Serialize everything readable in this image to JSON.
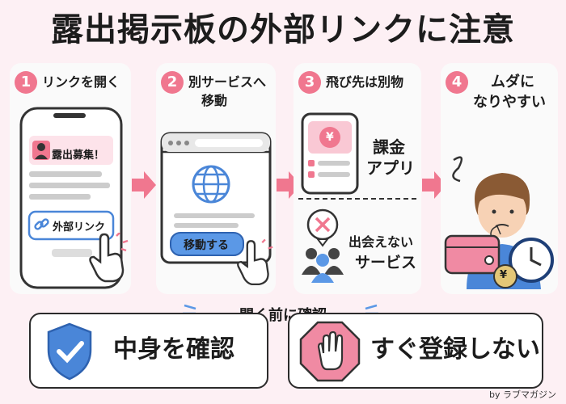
{
  "title": "露出掲示板の外部リンクに注意",
  "steps": [
    {
      "num": "1",
      "title": "リンクを開く",
      "post_label": "露出募集！",
      "link_label": "外部リンク"
    },
    {
      "num": "2",
      "title_line1": "別サービスへ",
      "title_line2": "移動",
      "button_label": "移動する"
    },
    {
      "num": "3",
      "title": "飛び先は別物",
      "app_line1": "課金",
      "app_line2": "アプリ",
      "yen": "¥",
      "service_line1": "出会えない",
      "service_line2": "サービス"
    },
    {
      "num": "4",
      "title_line1": "ムダに",
      "title_line2": "なりやすい",
      "yen": "¥"
    }
  ],
  "check_title": "開く前に確認",
  "rules": [
    {
      "label": "中身を確認"
    },
    {
      "label": "すぐ登録しない"
    }
  ],
  "credit": "by ラブマガジン",
  "colors": {
    "accent": "#f0778f",
    "blue": "#4a86d8",
    "pink_bg": "#fdf0f4"
  }
}
